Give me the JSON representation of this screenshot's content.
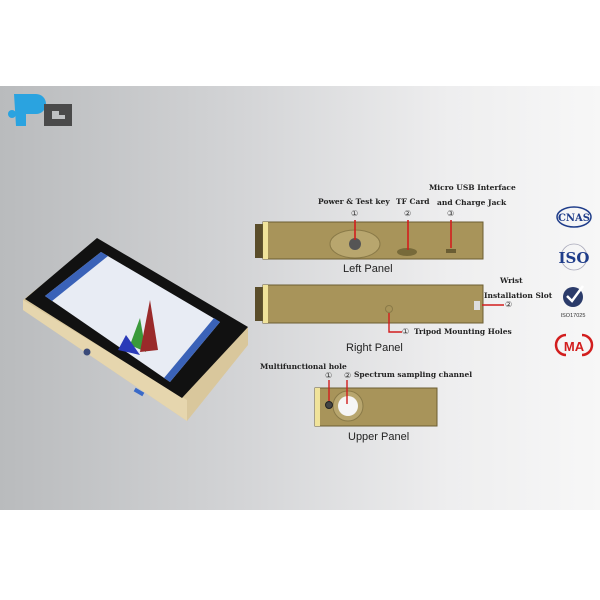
{
  "brand": {
    "logo_text": "PG",
    "colors": {
      "p": "#2aa3e0",
      "g": "#4a4a4a"
    }
  },
  "panels": {
    "left": {
      "title": "Left Panel",
      "callouts": [
        {
          "num": "①",
          "label": "Power & Test key"
        },
        {
          "num": "②",
          "label": "TF Card"
        },
        {
          "num": "③",
          "label_line1": "Micro USB Interface",
          "label_line2": "and Charge Jack"
        }
      ]
    },
    "right": {
      "title": "Right Panel",
      "callouts": [
        {
          "num": "①",
          "label": "Tripod Mounting Holes"
        },
        {
          "num": "②",
          "label_line1": "Wrist",
          "label_line2": "Installation Slot"
        }
      ]
    },
    "upper": {
      "title": "Upper Panel",
      "callouts": [
        {
          "num": "①",
          "label": "Multifunctional hole"
        },
        {
          "num": "②",
          "label": "Spectrum sampling channel"
        }
      ]
    }
  },
  "certifications": [
    {
      "name": "CNAS"
    },
    {
      "name": "ISO"
    },
    {
      "name": "ISO17025"
    },
    {
      "name": "MA"
    }
  ],
  "colors": {
    "body": "#a8945a",
    "callout": "#d21d1d"
  }
}
